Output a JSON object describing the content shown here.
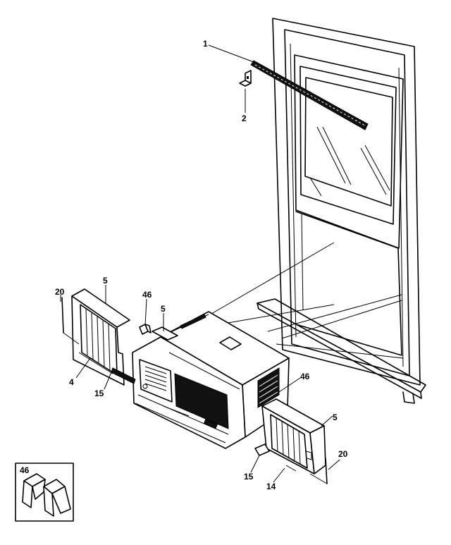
{
  "callouts": {
    "c1": "1",
    "c2": "2",
    "c5_top": "5",
    "c20_left": "20",
    "c46_top": "46",
    "c5_mid": "5",
    "c4": "4",
    "c15_left": "15",
    "c46_right": "46",
    "c5_right": "5",
    "c20_right": "20",
    "c15_right": "15",
    "c14": "14",
    "c46_inset": "46"
  }
}
